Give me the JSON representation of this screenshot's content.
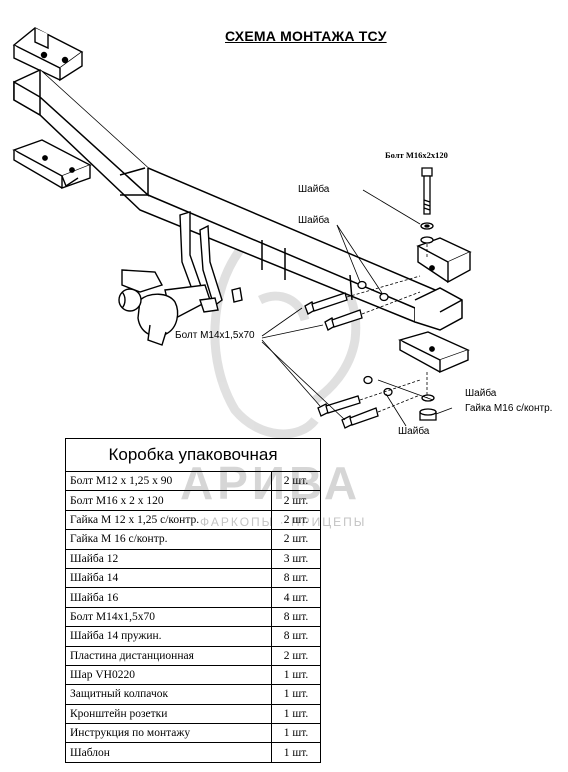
{
  "title": "СХЕМА МОНТАЖА ТСУ",
  "labels": {
    "bolt_m16": "Болт М16х2х120",
    "washer_1": "Шайба",
    "washer_2": "Шайба",
    "bolt_m14": "Болт М14х1,5х70",
    "washer_3": "Шайба",
    "nut_m16": "Гайка М16 с/контр.",
    "washer_4": "Шайба"
  },
  "watermark": {
    "brand": "АРИВА",
    "tagline": "ФАРКОПЫ · ПРИЦЕПЫ"
  },
  "box_table": {
    "header": "Коробка упаковочная",
    "rows": [
      {
        "item": "Болт М12 х 1,25 х 90",
        "qty": "2 шт."
      },
      {
        "item": "Болт М16 х 2 х 120",
        "qty": "2 шт."
      },
      {
        "item": "Гайка М 12 х 1,25 с/контр.",
        "qty": "2 шт."
      },
      {
        "item": "Гайка М 16 с/контр.",
        "qty": "2 шт."
      },
      {
        "item": "Шайба 12",
        "qty": "3 шт."
      },
      {
        "item": "Шайба 14",
        "qty": "8 шт."
      },
      {
        "item": "Шайба 16",
        "qty": "4 шт."
      },
      {
        "item": "Болт М14х1,5х70",
        "qty": "8 шт."
      },
      {
        "item": "Шайба 14 пружин.",
        "qty": "8 шт."
      },
      {
        "item": "Пластина дистанционная",
        "qty": "2 шт."
      },
      {
        "item": "Шар VH0220",
        "qty": "1 шт."
      },
      {
        "item": "Защитный колпачок",
        "qty": "1 шт."
      },
      {
        "item": "Кронштейн розетки",
        "qty": "1 шт."
      },
      {
        "item": "Инструкция по монтажу",
        "qty": "1 шт."
      },
      {
        "item": "Шаблон",
        "qty": "1 шт."
      }
    ]
  }
}
